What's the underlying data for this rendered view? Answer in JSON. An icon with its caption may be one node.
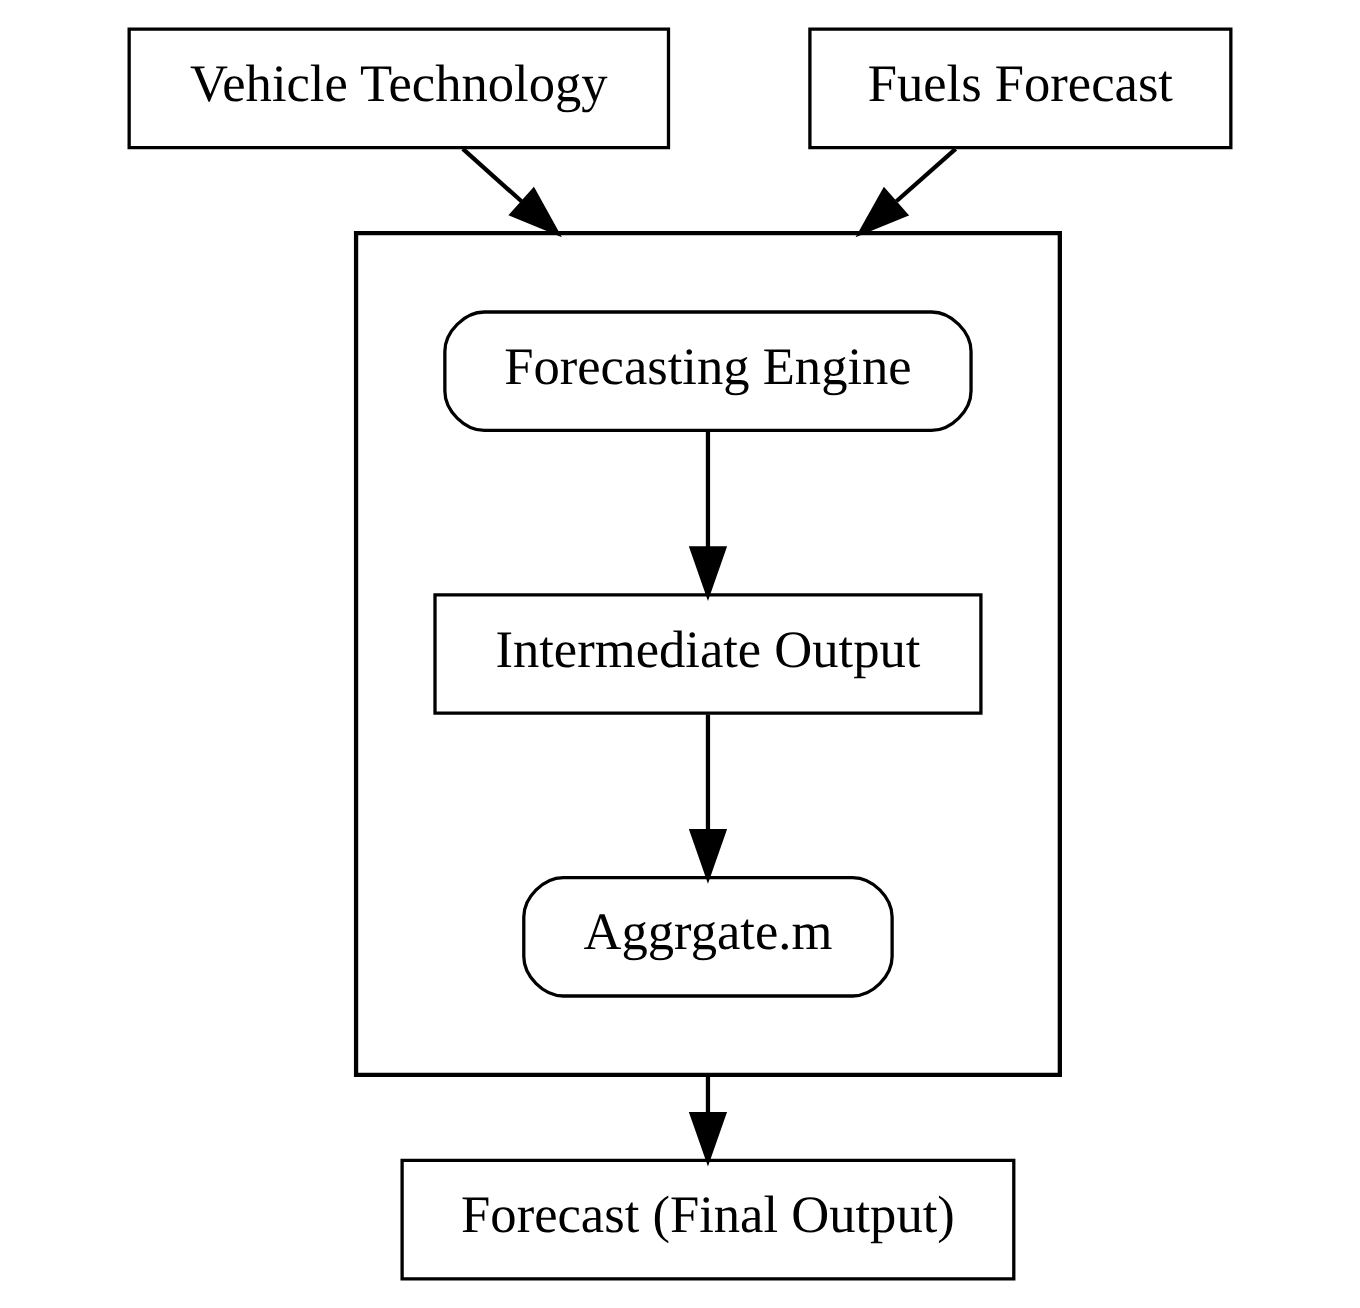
{
  "diagram": {
    "nodes": [
      {
        "text": [
          "Vehicle Technology"
        ]
      },
      {
        "text": [
          "Fuels Forecast"
        ]
      },
      {
        "text": [],
        "shape": "box"
      },
      {
        "text": [
          "Forecasting Engine"
        ],
        "in": 2
      },
      {
        "text": [
          "Intermediate Output"
        ],
        "in": 2
      },
      {
        "text": [
          "Aggrgate.m"
        ],
        "in": 2
      },
      {
        "text": [
          "Forecast (Final Output)"
        ]
      }
    ],
    "edges": [
      {
        "from": 0,
        "to": 2,
        "arrow": "to"
      },
      {
        "from": 1,
        "to": 2,
        "arrow": "to"
      },
      {
        "from": 3,
        "to": 4,
        "arrow": "to"
      },
      {
        "from": 4,
        "to": 5,
        "arrow": "to"
      },
      {
        "from": 2,
        "to": 6,
        "arrow": "to"
      }
    ]
  }
}
